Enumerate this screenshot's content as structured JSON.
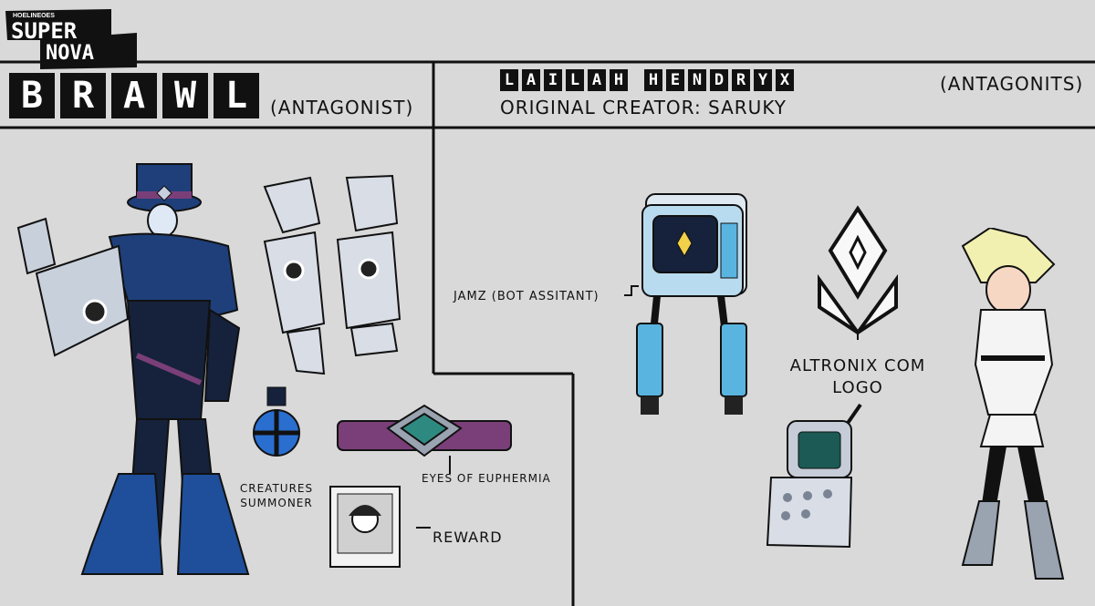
{
  "logo": {
    "small": "HOELINEOES",
    "line1": "SUPER",
    "line2": "NOVA"
  },
  "left": {
    "name": "BRAWL",
    "role": "(ANTAGONIST)",
    "labels": {
      "creatures": "CREATURES SUMMONER",
      "eyes": "EYES OF EUPHERMIA",
      "reward": "REWARD"
    }
  },
  "right": {
    "name": "LAILAH HENDRYX",
    "role": "(ANTAGONITS)",
    "creator": "ORIGINAL CREATOR: SARUKY",
    "labels": {
      "jamz": "JAMZ (BOT ASSITANT)",
      "altronix": "ALTRONIX COM LOGO"
    }
  },
  "colors": {
    "background": "#d9d9d9",
    "ink": "#111111",
    "navy": "#1f3f7a",
    "purple": "#7a3f78",
    "cyan": "#5ab4e0"
  }
}
